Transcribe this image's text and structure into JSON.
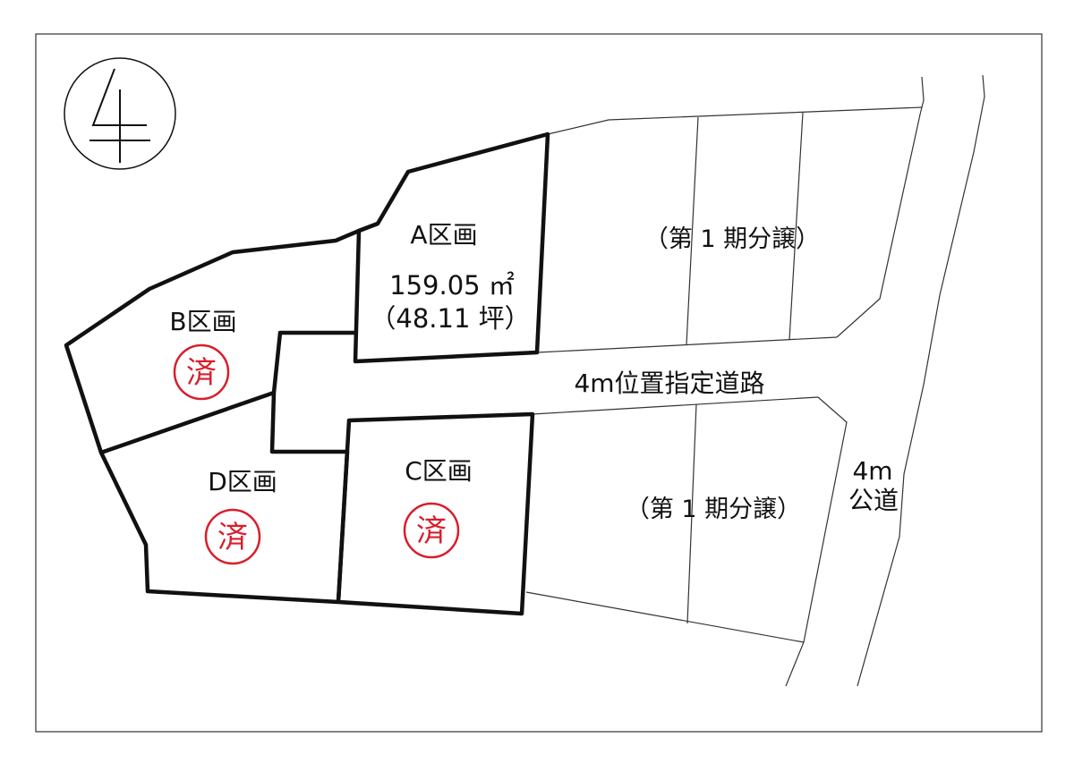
{
  "north_arrow": {
    "symbol": "北"
  },
  "lots": {
    "a": {
      "name": "A区画",
      "area_sqm": "159.05 ㎡",
      "area_tsubo": "（48.11 坪）"
    },
    "b": {
      "name": "B区画",
      "stamp": "済"
    },
    "c": {
      "name": "C区画",
      "stamp": "済"
    },
    "d": {
      "name": "D区画",
      "stamp": "済"
    }
  },
  "phase_upper": {
    "label": "（第 1 期分譲）"
  },
  "phase_lower": {
    "label": "（第 1 期分譲）"
  },
  "private_road": {
    "label": "4m位置指定道路"
  },
  "public_road": {
    "width": "4m",
    "name": "公道"
  },
  "colors": {
    "stamp": "#d81e2c",
    "lines": "#111111"
  }
}
